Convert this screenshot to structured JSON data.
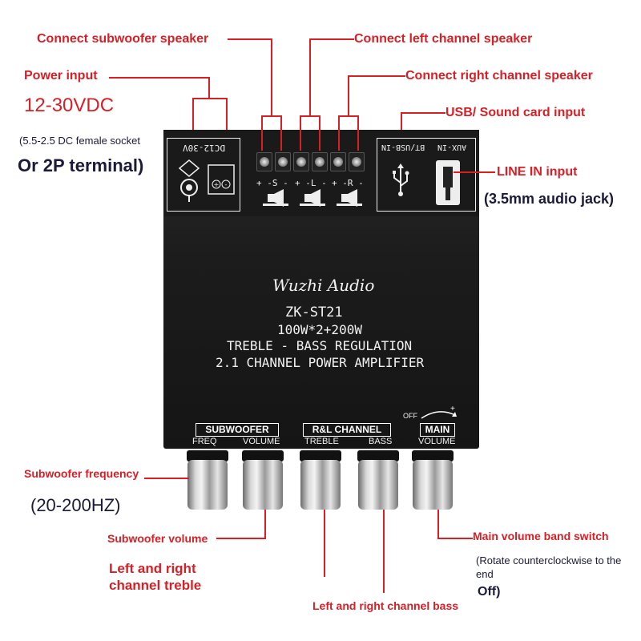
{
  "callouts": {
    "connect_subwoofer": "Connect subwoofer speaker",
    "connect_left": "Connect left channel speaker",
    "connect_right": "Connect right channel speaker",
    "power_input": "Power input",
    "voltage": "12-30VDC",
    "socket_note": "(5.5-2.5 DC female socket",
    "terminal_note": "Or 2P terminal)",
    "usb_input": "USB/ Sound card input",
    "line_in": "LINE IN input",
    "audio_jack": "(3.5mm audio jack)",
    "sub_freq": "Subwoofer frequency",
    "freq_range": "(20-200HZ)",
    "sub_volume": "Subwoofer volume",
    "lr_treble_1": "Left and right",
    "lr_treble_2": "channel treble",
    "lr_bass": "Left and right channel bass",
    "main_volume": "Main volume band switch",
    "rotate_note_1": "(Rotate counterclockwise to the",
    "rotate_note_2": "end",
    "off_note": "Off)"
  },
  "board": {
    "power_label": "DC12-30V",
    "aux_label": "AUX-IN",
    "bt_label": "BT/USB-IN",
    "sub_term": "+ -S -",
    "left_term": "+ -L -",
    "right_term": "+ -R -",
    "brand": "Wuzhi Audio",
    "model": "ZK-ST21",
    "power_spec": "100W*2+200W",
    "feature": "TREBLE - BASS REGULATION",
    "type": "2.1 CHANNEL POWER AMPLIFIER",
    "group_sub": "SUBWOOFER",
    "group_rl": "R&L CHANNEL",
    "group_main": "MAIN",
    "knob_freq": "FREQ",
    "knob_volume": "VOLUME",
    "knob_treble": "TREBLE",
    "knob_bass": "BASS",
    "knob_main_volume": "VOLUME",
    "off_mark": "OFF",
    "plus_mark": "+"
  },
  "colors": {
    "callout": "#d81f26",
    "board": "#1c1c1c",
    "panel_text": "#f2f2f2"
  }
}
